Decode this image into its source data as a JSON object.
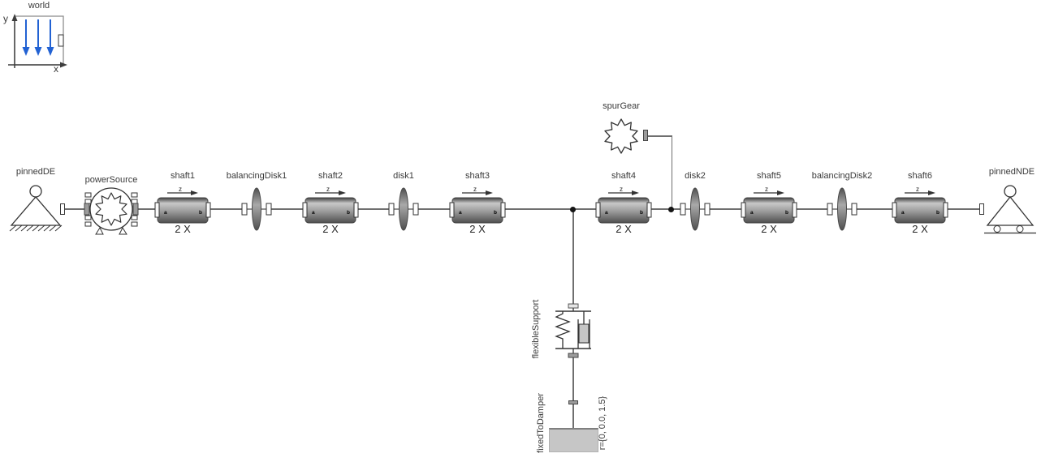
{
  "world": {
    "label": "world",
    "axis_x": "x",
    "axis_y": "y"
  },
  "components": {
    "pinnedDE": {
      "label": "pinnedDE"
    },
    "powerSource": {
      "label": "powerSource"
    },
    "spurGear": {
      "label": "spurGear"
    },
    "pinnedNDE": {
      "label": "pinnedNDE"
    },
    "flexibleSupport": {
      "label": "flexibleSupport"
    },
    "fixedToDamper": {
      "label": "fixedToDamper",
      "position_param": "r={0, 0.0, 1.5}"
    },
    "shafts": [
      {
        "label": "shaft1"
      },
      {
        "label": "shaft2"
      },
      {
        "label": "shaft3"
      },
      {
        "label": "shaft4"
      },
      {
        "label": "shaft5"
      },
      {
        "label": "shaft6"
      }
    ],
    "disks": [
      {
        "label": "balancingDisk1"
      },
      {
        "label": "disk1"
      },
      {
        "label": "disk2"
      },
      {
        "label": "balancingDisk2"
      }
    ]
  },
  "shared": {
    "shaft_axis_label": "z",
    "shaft_count_label": "2 X",
    "port_a": "a",
    "port_b": "b"
  },
  "colors": {
    "gravity_arrow": "#2262d3",
    "connection_line": "#6f6f6f",
    "metal_dark": "#4a4a4a",
    "metal_light": "#c8c8c8",
    "damper_fill": "#c6c6c6",
    "label_text": "#3a3a3a",
    "background": "#ffffff"
  }
}
